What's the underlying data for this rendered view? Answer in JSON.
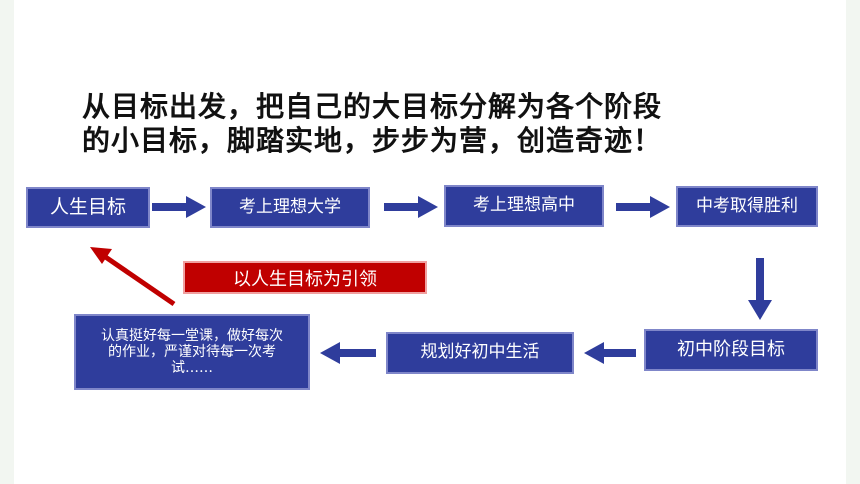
{
  "title": {
    "line1": "从目标出发，把自己的大目标分解为各个阶段",
    "line2": "的小目标，脚踏实地，步步为营，创造奇迹！"
  },
  "boxes": {
    "life_goal": "人生目标",
    "university": "考上理想大学",
    "high_school": "考上理想高中",
    "zhongkao": "中考取得胜利",
    "junior_goal": "初中阶段目标",
    "plan": "规划好初中生活",
    "actions": "认真挺好每一堂课，做好每次的作业，严谨对待每一次考试……"
  },
  "labels": {
    "lead": "以人生目标为引领"
  },
  "colors": {
    "box_fill": "#2f3d9c",
    "arrow": "#2f3d9c",
    "lead_fill": "#c00000",
    "lead_arrow": "#c00000"
  }
}
